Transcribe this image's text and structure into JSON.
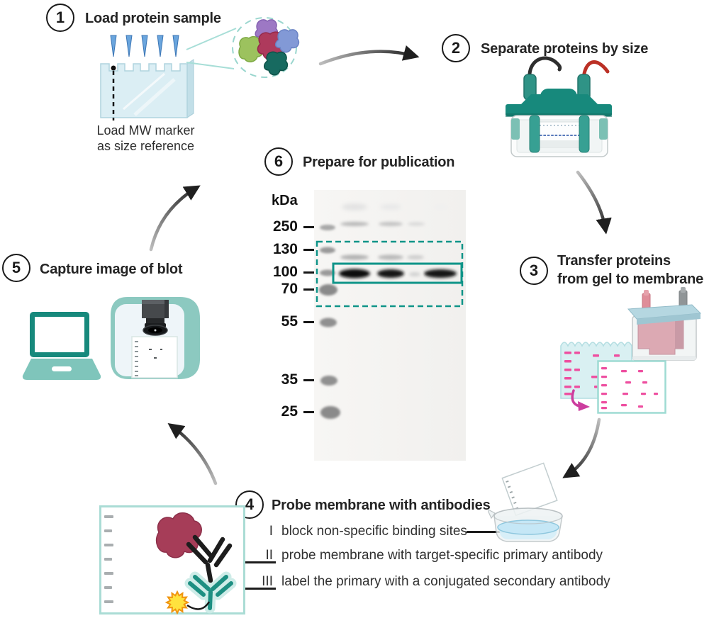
{
  "steps": [
    {
      "number": "1",
      "title": "Load protein sample"
    },
    {
      "number": "2",
      "title": "Separate proteins by size"
    },
    {
      "number": "3",
      "title": "Transfer proteins",
      "title2": "from gel to membrane"
    },
    {
      "number": "4",
      "title": "Probe membrane with antibodies"
    },
    {
      "number": "5",
      "title": "Capture image of blot"
    },
    {
      "number": "6",
      "title": "Prepare for publication"
    }
  ],
  "step1_note": {
    "line1": "Load MW marker",
    "line2": "as size reference"
  },
  "step4_items": [
    {
      "numeral": "I",
      "text": "block non-specific binding sites"
    },
    {
      "numeral": "II",
      "text": "probe membrane with target-specific primary antibody"
    },
    {
      "numeral": "III",
      "text": "label the primary with a conjugated secondary antibody"
    }
  ],
  "blot": {
    "unit": "kDa",
    "markers": [
      "250",
      "130",
      "100",
      "70",
      "55",
      "35",
      "25"
    ]
  },
  "colors": {
    "accent_teal": "#12948a",
    "dark_teal": "#17897c",
    "light_teal": "#8cc9c0",
    "highlight_box": "#0e9488",
    "magenta": "#ee4fa0",
    "maroon": "#a63d58",
    "starburst_yellow": "#ffe23e",
    "arrow_black": "#1f1f1f"
  }
}
